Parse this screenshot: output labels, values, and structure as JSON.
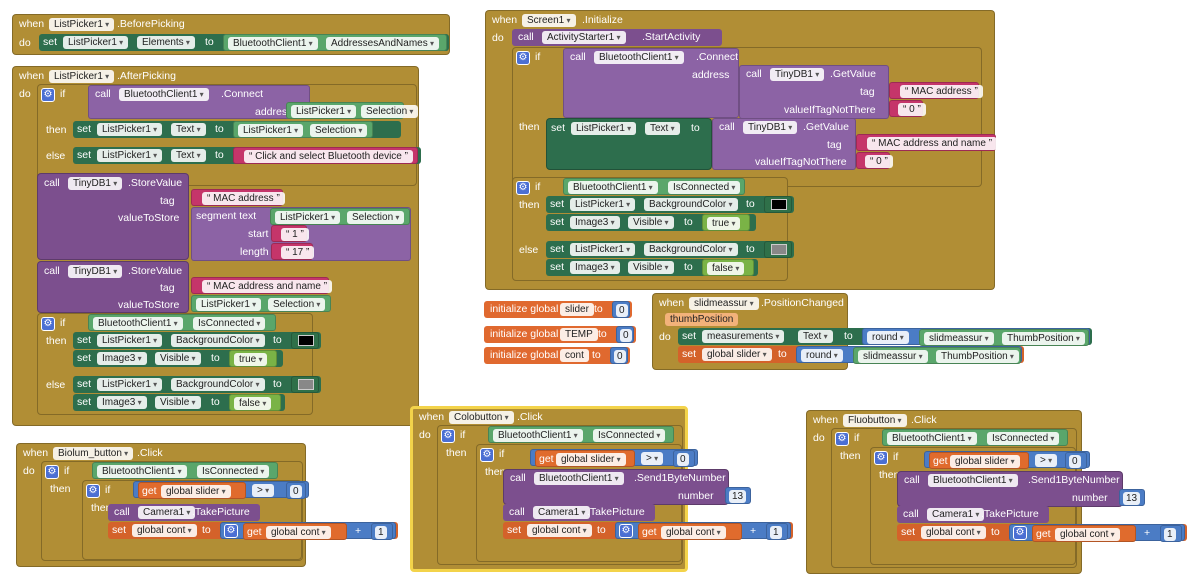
{
  "kw": {
    "when": "when",
    "do": "do",
    "set": "set",
    "to": "to",
    "call": "call",
    "if": "if",
    "then": "then",
    "else": "else",
    "tag": "tag",
    "address": "address",
    "valueIfTagNotThere": "valueIfTagNotThere",
    "valueToStore": "valueToStore",
    "segment_text": "segment text",
    "start": "start",
    "length": "length",
    "number": "number",
    "initialize_global": "initialize global",
    "dot": "."
  },
  "colors": {
    "control": "#b18e35",
    "event_selected_border": "#f3d34a"
  },
  "blocks": {
    "before_picking": {
      "component": "ListPicker1",
      "event": ".BeforePicking",
      "target": "ListPicker1",
      "prop": "Elements",
      "value_comp": "BluetoothClient1",
      "value_prop": "AddressesAndNames"
    },
    "after_picking": {
      "component": "ListPicker1",
      "event": ".AfterPicking",
      "call_comp": "BluetoothClient1",
      "call_method": ".Connect",
      "addr_comp": "ListPicker1",
      "addr_prop": "Selection",
      "then_target": "ListPicker1",
      "then_prop": "Text",
      "then_val_comp": "ListPicker1",
      "then_val_prop": "Selection",
      "else_target": "ListPicker1",
      "else_prop": "Text",
      "else_text": "Click and select Bluetooth device",
      "store1_comp": "TinyDB1",
      "store1_method": ".StoreValue",
      "store1_tag": "MAC address",
      "seg_comp": "ListPicker1",
      "seg_prop": "Selection",
      "seg_start": "1",
      "seg_length": "17",
      "store2_comp": "TinyDB1",
      "store2_method": ".StoreValue",
      "store2_tag": "MAC address and name",
      "store2_val_comp": "ListPicker1",
      "store2_val_prop": "Selection",
      "if2_comp": "BluetoothClient1",
      "if2_prop": "IsConnected",
      "t1_target": "ListPicker1",
      "t1_prop": "BackgroundColor",
      "t1_color": "#000000",
      "t2_target": "Image3",
      "t2_prop": "Visible",
      "t2_val": "true",
      "e1_target": "ListPicker1",
      "e1_prop": "BackgroundColor",
      "e1_color": "#888888",
      "e2_target": "Image3",
      "e2_prop": "Visible",
      "e2_val": "false"
    },
    "screen_init": {
      "component": "Screen1",
      "event": ".Initialize",
      "act_comp": "ActivityStarter1",
      "act_method": ".StartActivity",
      "conn_comp": "BluetoothClient1",
      "conn_method": ".Connect",
      "get1_comp": "TinyDB1",
      "get1_method": ".GetValue",
      "get1_tag": "MAC address",
      "get1_default": "0",
      "then_target": "ListPicker1",
      "then_prop": "Text",
      "get2_comp": "TinyDB1",
      "get2_method": ".GetValue",
      "get2_tag": "MAC address and name",
      "get2_default": "0",
      "if2_comp": "BluetoothClient1",
      "if2_prop": "IsConnected",
      "t1_target": "ListPicker1",
      "t1_prop": "BackgroundColor",
      "t1_color": "#000000",
      "t2_target": "Image3",
      "t2_prop": "Visible",
      "t2_val": "true",
      "e1_target": "ListPicker1",
      "e1_prop": "BackgroundColor",
      "e1_color": "#888888",
      "e2_target": "Image3",
      "e2_prop": "Visible",
      "e2_val": "false"
    },
    "globals": [
      {
        "name": "slider",
        "value": "0"
      },
      {
        "name": "TEMP",
        "value": "0"
      },
      {
        "name": "cont",
        "value": "0"
      }
    ],
    "slider_changed": {
      "component": "slidmeassur",
      "event": ".PositionChanged",
      "param": "thumbPosition",
      "s1_target": "measurements",
      "s1_prop": "Text",
      "s1_func": "round",
      "s1_comp": "slidmeassur",
      "s1_cprop": "ThumbPosition",
      "s2_var": "global slider",
      "s2_func": "round",
      "s2_comp": "slidmeassur",
      "s2_cprop": "ThumbPosition"
    },
    "biolum": {
      "component": "Biolum_button",
      "event": ".Click",
      "if1_comp": "BluetoothClient1",
      "if1_prop": "IsConnected",
      "get_var": "global slider",
      "op": ">",
      "cmp": "0",
      "cam_comp": "Camera1",
      "cam_method": ".TakePicture",
      "set_var": "global cont",
      "add_var": "global cont",
      "plus": "+",
      "inc": "1"
    },
    "colobutton": {
      "component": "Colobutton",
      "event": ".Click",
      "if1_comp": "BluetoothClient1",
      "if1_prop": "IsConnected",
      "get_var": "global slider",
      "op": ">",
      "cmp": "0",
      "send_comp": "BluetoothClient1",
      "send_method": ".Send1ByteNumber",
      "send_num": "13",
      "cam_comp": "Camera1",
      "cam_method": ".TakePicture",
      "set_var": "global cont",
      "add_var": "global cont",
      "plus": "+",
      "inc": "1"
    },
    "fluobutton": {
      "component": "Fluobutton",
      "event": ".Click",
      "if1_comp": "BluetoothClient1",
      "if1_prop": "IsConnected",
      "get_var": "global slider",
      "op": ">",
      "cmp": "0",
      "send_comp": "BluetoothClient1",
      "send_method": ".Send1ByteNumber",
      "send_num": "13",
      "cam_comp": "Camera1",
      "cam_method": ".TakePicture",
      "set_var": "global cont",
      "add_var": "global cont",
      "plus": "+",
      "inc": "1"
    }
  }
}
